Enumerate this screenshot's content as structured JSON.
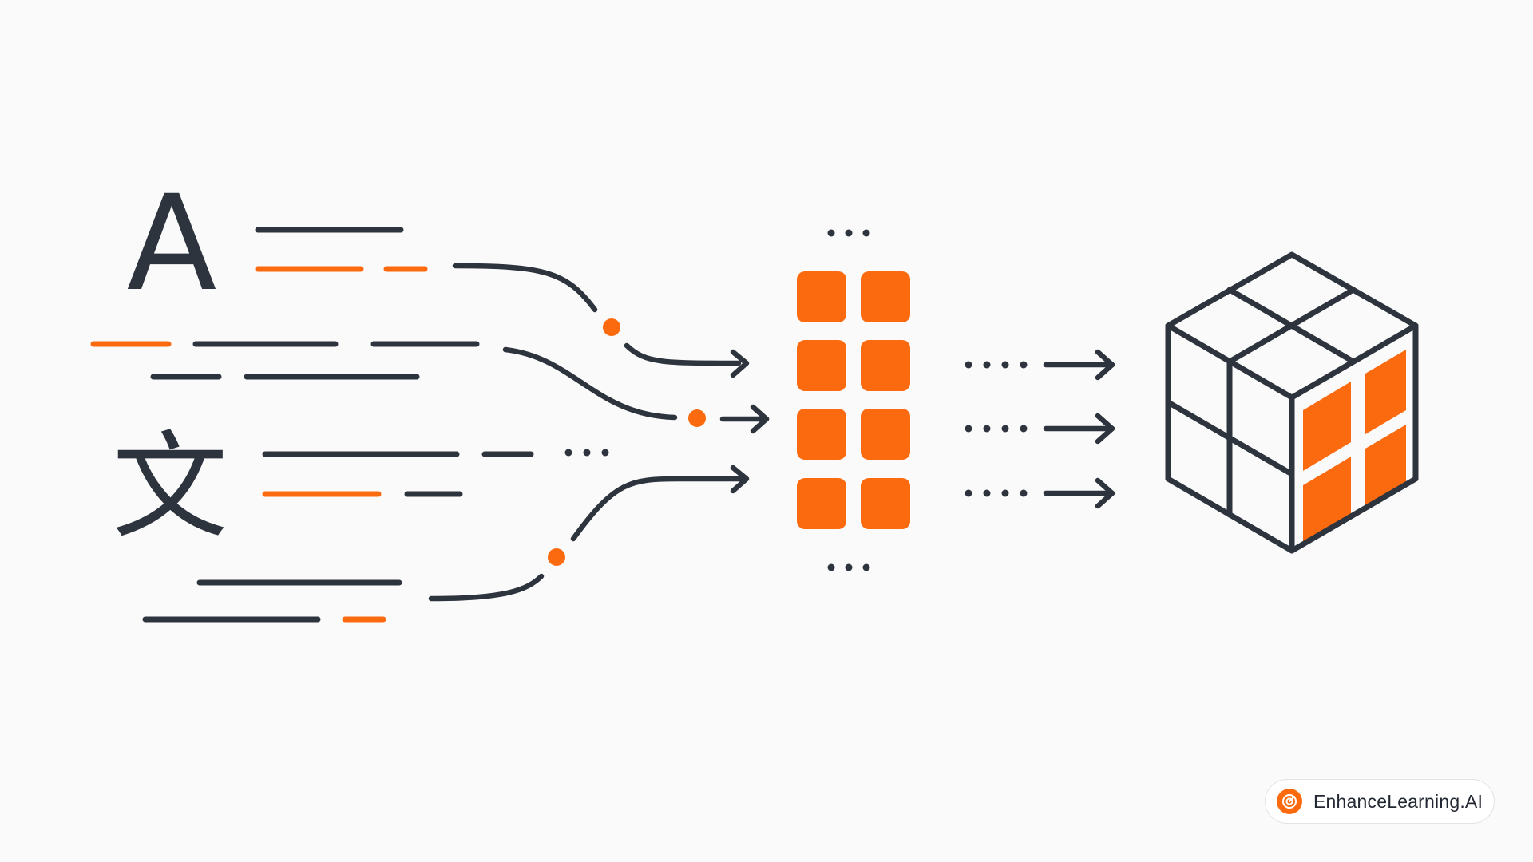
{
  "colors": {
    "accent": "#fc6a0f",
    "ink": "#2d343e",
    "background": "#fafafa"
  },
  "icons": {
    "latin_letter": "A",
    "cjk_character": "文"
  },
  "brand": {
    "name": "EnhanceLearning.AI",
    "logo_icon": "target-icon"
  }
}
